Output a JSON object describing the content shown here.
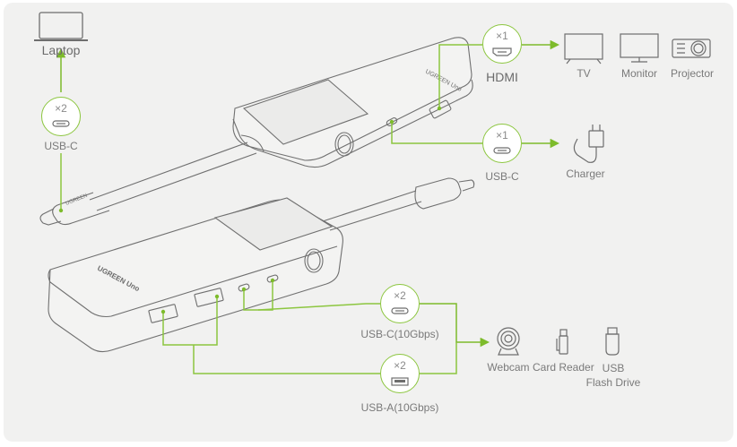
{
  "colors": {
    "accent": "#7dbb2b",
    "line": "#8cc63f",
    "device_stroke": "#6e6e6e",
    "background": "#f1f1f0"
  },
  "upstream": {
    "device_label": "Laptop",
    "device_icon": "laptop-icon",
    "port_count": "×2",
    "port_label": "USB-C",
    "port_icon": "usb-c-port-icon"
  },
  "hdmi": {
    "port_count": "×1",
    "port_label": "HDMI",
    "port_icon": "hdmi-port-icon",
    "targets": [
      {
        "label": "TV",
        "icon": "tv-icon"
      },
      {
        "label": "Monitor",
        "icon": "monitor-icon"
      },
      {
        "label": "Projector",
        "icon": "projector-icon"
      }
    ]
  },
  "pd": {
    "port_count": "×1",
    "port_label": "USB-C",
    "port_icon": "usb-c-port-icon",
    "target": {
      "label": "Charger",
      "icon": "charger-icon"
    }
  },
  "usbc_data": {
    "port_count": "×2",
    "port_label": "USB-C(10Gbps)",
    "port_icon": "usb-c-port-icon"
  },
  "usba_data": {
    "port_count": "×2",
    "port_label": "USB-A(10Gbps)",
    "port_icon": "usb-a-port-icon"
  },
  "peripherals": [
    {
      "label": "Webcam",
      "icon": "webcam-icon"
    },
    {
      "label": "Card Reader",
      "icon": "card-reader-icon"
    },
    {
      "label": "USB Flash Drive",
      "label_line1": "USB",
      "label_line2": "Flash Drive",
      "icon": "usb-flash-drive-icon"
    }
  ],
  "hub": {
    "brand_text": "UGREEN Uno",
    "cable_brand_text": "UGREEN"
  }
}
